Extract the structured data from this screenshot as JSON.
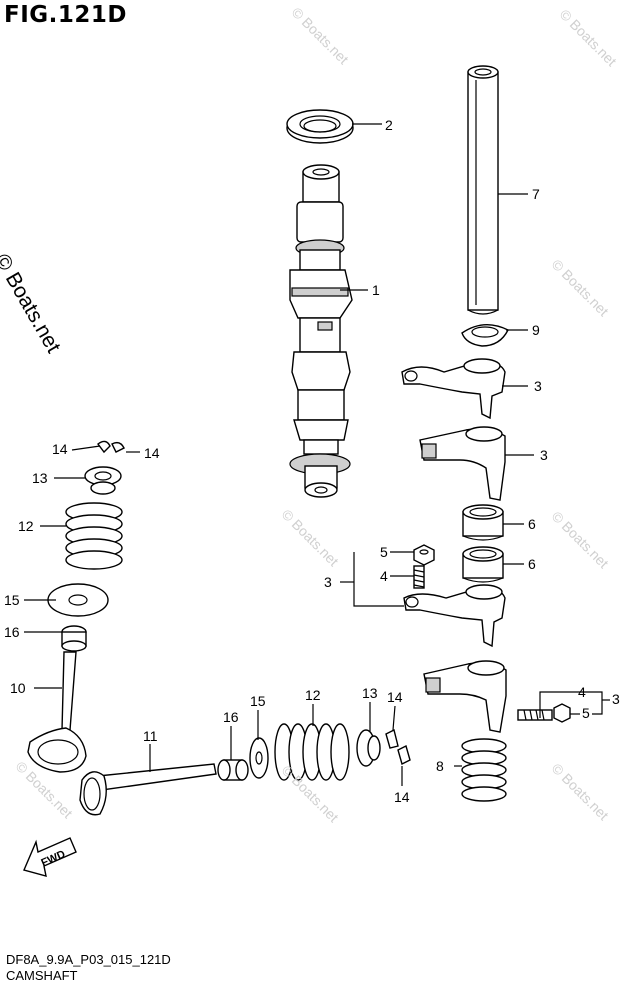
{
  "figure": {
    "title": "FIG.121D",
    "code": "DF8A_9.9A_P03_015_121D",
    "name": "CAMSHAFT",
    "watermark": "© Boats.net",
    "fwd_label": "FWD"
  },
  "callouts": [
    {
      "id": "c1",
      "text": "1"
    },
    {
      "id": "c2",
      "text": "2"
    },
    {
      "id": "c3a",
      "text": "3"
    },
    {
      "id": "c3b",
      "text": "3"
    },
    {
      "id": "c3c",
      "text": "3"
    },
    {
      "id": "c3d",
      "text": "3"
    },
    {
      "id": "c4a",
      "text": "4"
    },
    {
      "id": "c4b",
      "text": "4"
    },
    {
      "id": "c5a",
      "text": "5"
    },
    {
      "id": "c5b",
      "text": "5"
    },
    {
      "id": "c6a",
      "text": "6"
    },
    {
      "id": "c6b",
      "text": "6"
    },
    {
      "id": "c7",
      "text": "7"
    },
    {
      "id": "c8",
      "text": "8"
    },
    {
      "id": "c9",
      "text": "9"
    },
    {
      "id": "c10",
      "text": "10"
    },
    {
      "id": "c11",
      "text": "11"
    },
    {
      "id": "c12a",
      "text": "12"
    },
    {
      "id": "c12b",
      "text": "12"
    },
    {
      "id": "c13a",
      "text": "13"
    },
    {
      "id": "c13b",
      "text": "13"
    },
    {
      "id": "c14a",
      "text": "14"
    },
    {
      "id": "c14b",
      "text": "14"
    },
    {
      "id": "c14c",
      "text": "14"
    },
    {
      "id": "c14d",
      "text": "14"
    },
    {
      "id": "c15a",
      "text": "15"
    },
    {
      "id": "c15b",
      "text": "15"
    },
    {
      "id": "c16a",
      "text": "16"
    },
    {
      "id": "c16b",
      "text": "16"
    }
  ]
}
